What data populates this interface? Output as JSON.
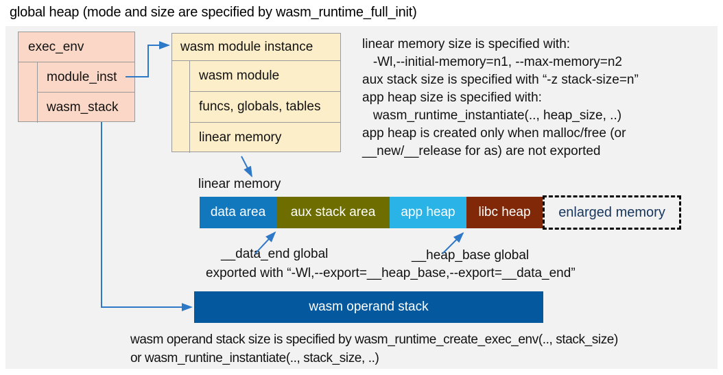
{
  "title": "global heap (mode and size are specified by wasm_runtime_full_init)",
  "exec_env": {
    "label": "exec_env",
    "children": [
      {
        "label": "module_inst"
      },
      {
        "label": "wasm_stack"
      }
    ]
  },
  "module_instance": {
    "label": "wasm module instance",
    "children": [
      {
        "label": "wasm module"
      },
      {
        "label": "funcs, globals, tables"
      },
      {
        "label": "linear memory"
      }
    ]
  },
  "notes_right": {
    "lines": [
      "linear memory size is specified with:",
      "   -Wl,--initial-memory=n1, --max-memory=n2",
      "aux stack size is specified with “-z stack-size=n”",
      "app heap size is specified with:",
      "   wasm_runtime_instantiate(.., heap_size, ..)",
      "app heap is created only when malloc/free (or",
      "__new/__release for as) are not exported"
    ]
  },
  "linear_memory": {
    "label": "linear memory",
    "segments": [
      {
        "label": "data area",
        "color": "#1278BE"
      },
      {
        "label": "aux stack area",
        "color": "#6E6E00"
      },
      {
        "label": "app heap",
        "color": "#29B3E7"
      },
      {
        "label": "libc heap",
        "color": "#802808"
      },
      {
        "label": "enlarged memory",
        "color": "#F2F2F2",
        "text_color": "#16365D",
        "border": "dashed"
      }
    ],
    "annotations": {
      "data_end": "__data_end global",
      "heap_base": "__heap_base global",
      "exported": "exported with “-Wl,--export=__heap_base,--export=__data_end”"
    }
  },
  "operand_stack": {
    "label": "wasm operand stack",
    "color": "#03589E"
  },
  "notes_bottom": {
    "lines": [
      "wasm operand stack size is specified by wasm_runtime_create_exec_env(.., stack_size)",
      "or wasm_runtine_instantiate(.., stack_size, ..)"
    ]
  },
  "colors": {
    "canvas_background": "#F2F2F2",
    "struct_pink": "#FAD7C7",
    "struct_cream": "#FCEEC8",
    "arrow_blue": "#2E78C8",
    "border_gray": "#999999"
  }
}
